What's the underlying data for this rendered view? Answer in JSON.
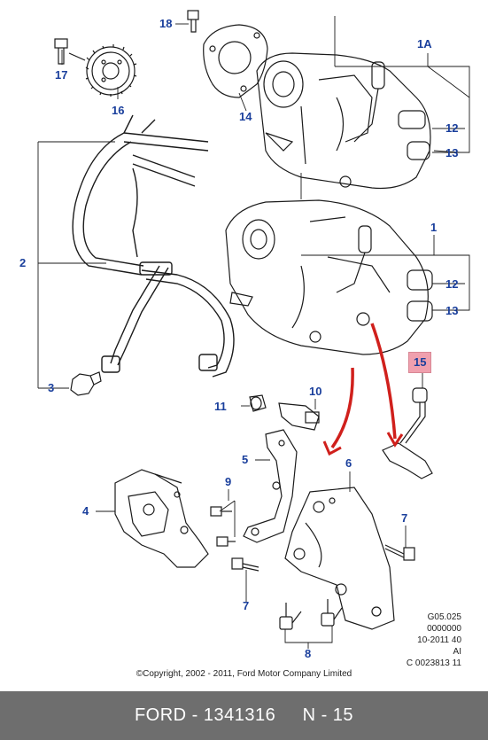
{
  "callouts": {
    "c18": "18",
    "c17": "17",
    "c16": "16",
    "c14": "14",
    "c1A": "1A",
    "c12a": "12",
    "c13a": "13",
    "c2": "2",
    "c1": "1",
    "c12b": "12",
    "c13b": "13",
    "c3": "3",
    "c15": "15",
    "c10": "10",
    "c11": "11",
    "c5": "5",
    "c6": "6",
    "c9": "9",
    "c4": "4",
    "c7a": "7",
    "c7b": "7",
    "c8": "8"
  },
  "meta_lines": [
    "G05.025",
    "0000000",
    "10-2011 40",
    "AI",
    "C 0023813 11"
  ],
  "copyright": "©Copyright, 2002 - 2011, Ford Motor Company Limited",
  "footer": {
    "brand": "FORD",
    "part_number": "1341316",
    "position": "N - 15"
  },
  "colors": {
    "callout": "#1a3f9c",
    "highlight": "#f0a0ae",
    "arrow": "#d0201c",
    "footer_bg": "#6e6e6e"
  }
}
